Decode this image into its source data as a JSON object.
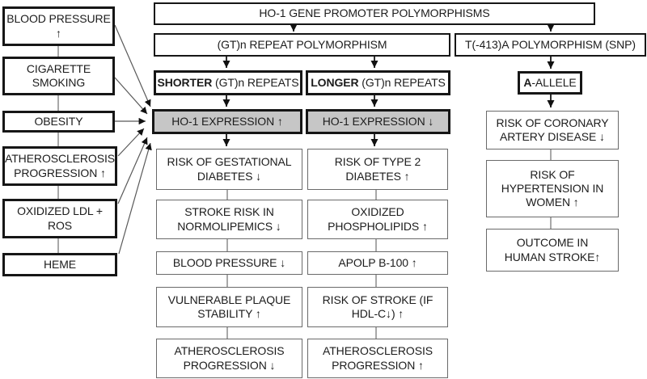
{
  "diagram": {
    "left_column": {
      "blood_pressure": "BLOOD PRESSURE\n↑",
      "cigarette_smoking": "CIGARETTE\nSMOKING",
      "obesity": "OBESITY",
      "atherosclerosis": "ATHEROSCLEROSIS\nPROGRESSION ↑",
      "oxidized_ldl": "OXIDIZED LDL +\nROS",
      "heme": "HEME"
    },
    "top": {
      "title": "HO-1 GENE PROMOTER POLYMORPHISMS",
      "gtn_repeat": "(GT)n REPEAT POLYMORPHISM",
      "snp": "T(-413)A POLYMORPHISM (SNP)"
    },
    "branches": {
      "shorter": {
        "bold": "SHORTER",
        "rest": " (GT)n REPEATS"
      },
      "longer": {
        "bold": "LONGER",
        "rest": " (GT)n REPEATS"
      },
      "a_allele": {
        "bold": "A",
        "rest": "-ALLELE"
      },
      "ho1_up": "HO-1 EXPRESSION ↑",
      "ho1_down": "HO-1 EXPRESSION ↓"
    },
    "col_shorter": [
      "RISK OF GESTATIONAL\nDIABETES ↓",
      "STROKE RISK IN\nNORMOLIPEMICS ↓",
      "BLOOD PRESSURE ↓",
      "VULNERABLE PLAQUE\nSTABILITY ↑",
      "ATHEROSCLEROSIS\nPROGRESSION ↓"
    ],
    "col_longer": [
      "RISK OF TYPE 2\nDIABETES ↑",
      "OXIDIZED\nPHOSPHOLIPIDS ↑",
      "APOLP B-100 ↑",
      "RISK OF STROKE (IF\nHDL-C↓) ↑",
      "ATHEROSCLEROSIS\nPROGRESSION ↑"
    ],
    "col_allele": [
      "RISK OF CORONARY\nARTERY DISEASE ↓",
      "RISK OF\nHYPERTENSION IN\nWOMEN ↑",
      "OUTCOME IN\nHUMAN STROKE↑"
    ],
    "colors": {
      "highlight_fill": "#c6c6c6",
      "border_strong": "#161616",
      "border_light": "#6a6a6a",
      "connector": "#7a7a7a",
      "text": "#1c1c1c"
    }
  }
}
